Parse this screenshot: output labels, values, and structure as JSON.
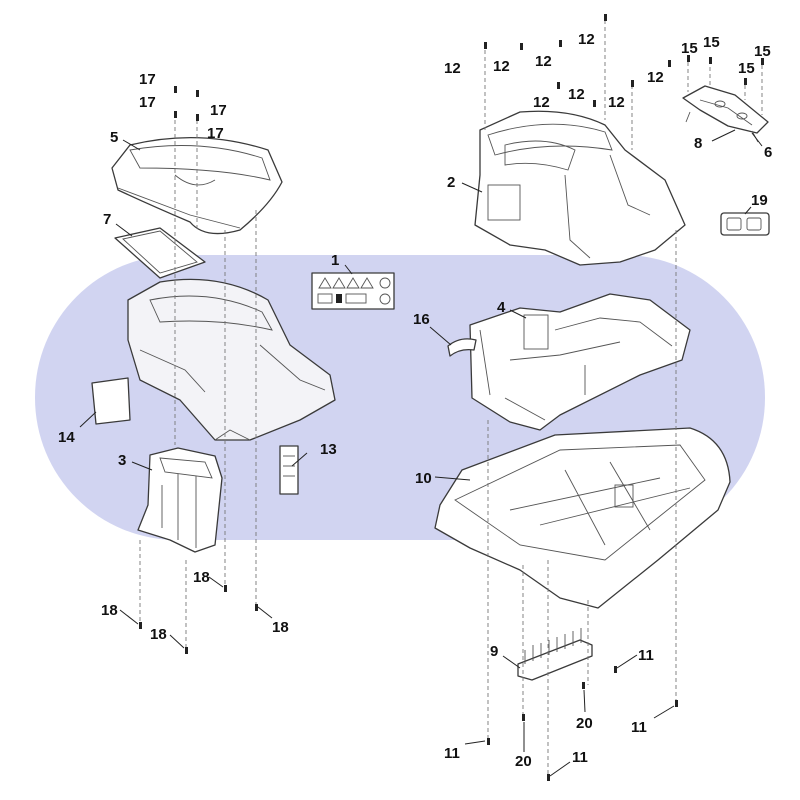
{
  "diagram": {
    "watermark_color": "#c9cdee",
    "callouts": [
      {
        "id": "c1",
        "label": "1"
      },
      {
        "id": "c2",
        "label": "2"
      },
      {
        "id": "c3",
        "label": "3"
      },
      {
        "id": "c4",
        "label": "4"
      },
      {
        "id": "c5",
        "label": "5"
      },
      {
        "id": "c6",
        "label": "6"
      },
      {
        "id": "c7",
        "label": "7"
      },
      {
        "id": "c8",
        "label": "8"
      },
      {
        "id": "c9",
        "label": "9"
      },
      {
        "id": "c10",
        "label": "10"
      },
      {
        "id": "c11a",
        "label": "11"
      },
      {
        "id": "c11b",
        "label": "11"
      },
      {
        "id": "c11c",
        "label": "11"
      },
      {
        "id": "c11d",
        "label": "11"
      },
      {
        "id": "c12a",
        "label": "12"
      },
      {
        "id": "c12b",
        "label": "12"
      },
      {
        "id": "c12c",
        "label": "12"
      },
      {
        "id": "c12d",
        "label": "12"
      },
      {
        "id": "c12e",
        "label": "12"
      },
      {
        "id": "c12f",
        "label": "12"
      },
      {
        "id": "c12g",
        "label": "12"
      },
      {
        "id": "c12h",
        "label": "12"
      },
      {
        "id": "c13",
        "label": "13"
      },
      {
        "id": "c14",
        "label": "14"
      },
      {
        "id": "c15a",
        "label": "15"
      },
      {
        "id": "c15b",
        "label": "15"
      },
      {
        "id": "c15c",
        "label": "15"
      },
      {
        "id": "c15d",
        "label": "15"
      },
      {
        "id": "c16",
        "label": "16"
      },
      {
        "id": "c17a",
        "label": "17"
      },
      {
        "id": "c17b",
        "label": "17"
      },
      {
        "id": "c17c",
        "label": "17"
      },
      {
        "id": "c17d",
        "label": "17"
      },
      {
        "id": "c18a",
        "label": "18"
      },
      {
        "id": "c18b",
        "label": "18"
      },
      {
        "id": "c18c",
        "label": "18"
      },
      {
        "id": "c18d",
        "label": "18"
      },
      {
        "id": "c19",
        "label": "19"
      },
      {
        "id": "c20a",
        "label": "20"
      },
      {
        "id": "c20b",
        "label": "20"
      }
    ]
  }
}
